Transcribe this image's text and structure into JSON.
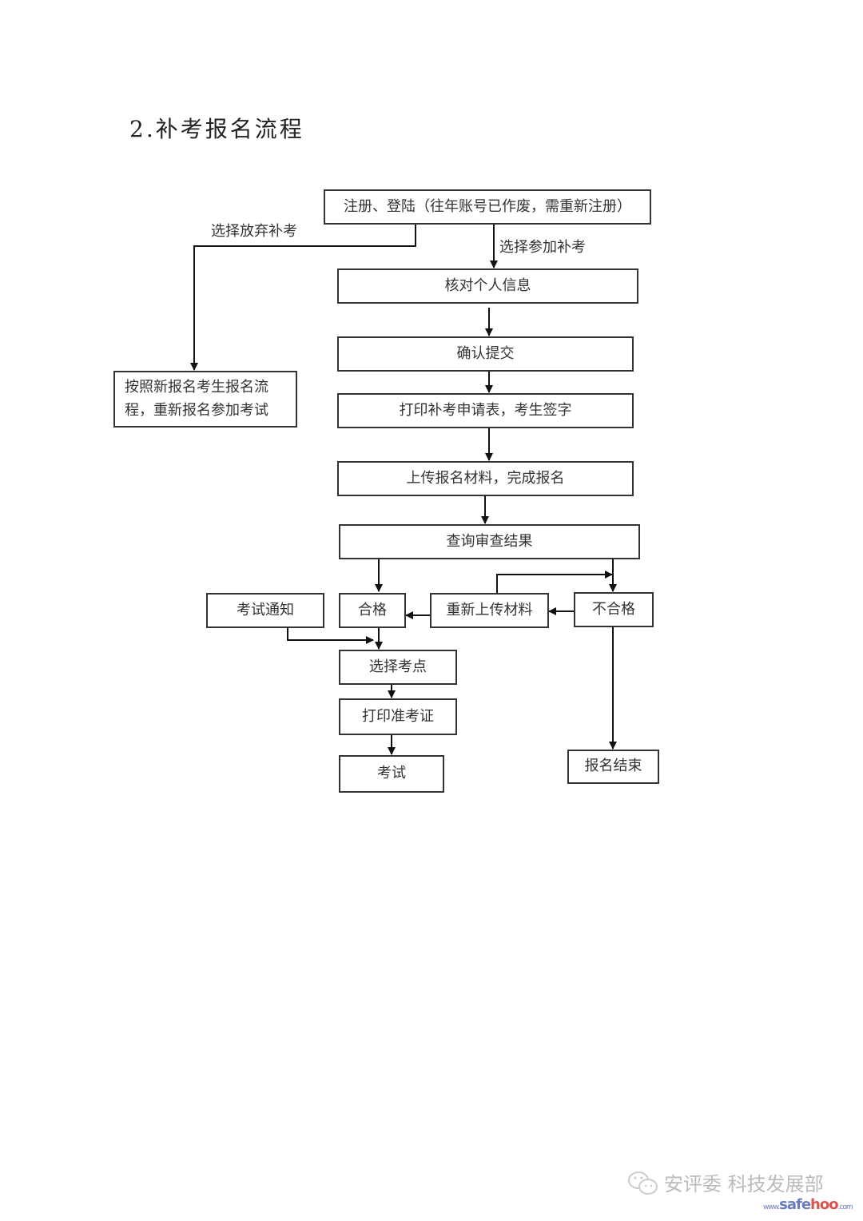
{
  "title": "2.补考报名流程",
  "flowchart": {
    "nodes": {
      "register": "注册、登陆（往年账号已作废，需重新注册）",
      "verify_info": "核对个人信息",
      "confirm_submit": "确认提交",
      "print_form": "打印补考申请表，考生签字",
      "upload_materials": "上传报名材料，完成报名",
      "query_result": "查询审查结果",
      "new_registration": "按照新报名考生报名流程，重新报名参加考试",
      "exam_notice": "考试通知",
      "qualified": "合格",
      "reupload": "重新上传材料",
      "unqualified": "不合格",
      "choose_site": "选择考点",
      "print_admission": "打印准考证",
      "exam": "考试",
      "registration_end": "报名结束"
    },
    "edge_labels": {
      "give_up": "选择放弃补考",
      "participate": "选择参加补考"
    },
    "edges": [
      {
        "from": "register",
        "to": "new_registration",
        "label": "选择放弃补考"
      },
      {
        "from": "register",
        "to": "verify_info",
        "label": "选择参加补考"
      },
      {
        "from": "verify_info",
        "to": "confirm_submit"
      },
      {
        "from": "confirm_submit",
        "to": "print_form"
      },
      {
        "from": "print_form",
        "to": "upload_materials"
      },
      {
        "from": "upload_materials",
        "to": "query_result"
      },
      {
        "from": "query_result",
        "to": "qualified"
      },
      {
        "from": "query_result",
        "to": "unqualified"
      },
      {
        "from": "unqualified",
        "to": "reupload"
      },
      {
        "from": "reupload",
        "to": "qualified"
      },
      {
        "from": "reupload",
        "to": "unqualified"
      },
      {
        "from": "unqualified",
        "to": "registration_end"
      },
      {
        "from": "qualified",
        "to": "choose_site"
      },
      {
        "from": "exam_notice",
        "to": "choose_site"
      },
      {
        "from": "choose_site",
        "to": "print_admission"
      },
      {
        "from": "print_admission",
        "to": "exam"
      }
    ]
  },
  "watermark": {
    "account": "安评委 科技发展部",
    "site_prefix": "www.",
    "site_main": "safe",
    "site_accent": "hoo",
    "site_suffix": ".com"
  }
}
